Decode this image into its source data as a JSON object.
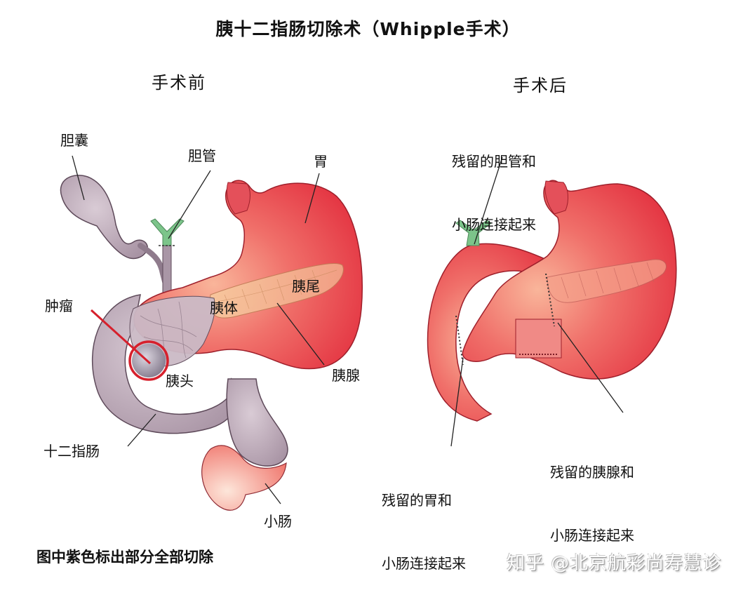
{
  "title": "胰十二指肠切除术（Whipple手术）",
  "before": {
    "heading": "手术前",
    "labels": {
      "gallbladder": "胆囊",
      "bile_duct": "胆管",
      "stomach": "胃",
      "pancreas_tail": "胰尾",
      "pancreas_body": "胰体",
      "tumor": "肿瘤",
      "pancreas_head": "胰头",
      "pancreas": "胰腺",
      "duodenum": "十二指肠",
      "small_intestine": "小肠"
    }
  },
  "after": {
    "heading": "手术后",
    "labels": {
      "bile_duct_join_line1": "残留的胆管和",
      "bile_duct_join_line2": "小肠连接起来",
      "pancreas_join_line1": "残留的胰腺和",
      "pancreas_join_line2": "小肠连接起来",
      "stomach_join_line1": "残留的胃和",
      "stomach_join_line2": "小肠连接起来"
    }
  },
  "footnote": "图中紫色标出部分全部切除",
  "watermark": "知乎 @北京航彩尚寿慧诊",
  "colors": {
    "stomach": "#e8404f",
    "stomach_light": "#f6a08e",
    "stomach_outline": "#9e1f2b",
    "resected_purple": "#b9a6b4",
    "resected_outline": "#5e4a5a",
    "bile_duct_green": "#7cc48a",
    "pancreas_orange": "#f3bd8c",
    "tumor_circle": "#d6202c",
    "tumor_fill": "#8e8594"
  }
}
